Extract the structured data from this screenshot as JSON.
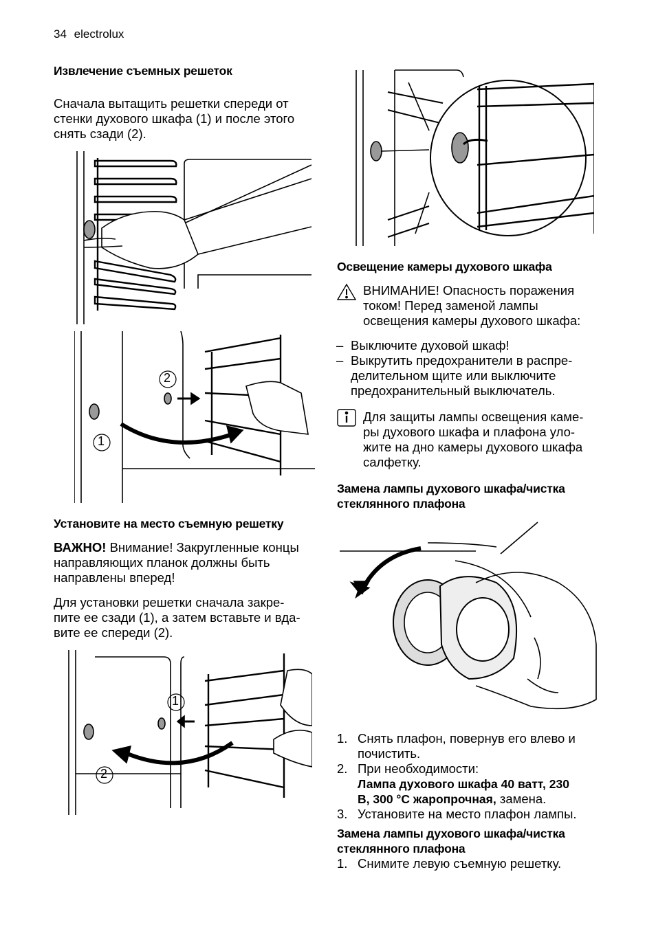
{
  "header": {
    "page_number": "34",
    "brand": "electrolux"
  },
  "left": {
    "section1": {
      "title": "Извлечение съемных решеток",
      "text_lines": [
        "Сначала вытащить решетки спереди от",
        "стенки духового шкафа (1) и после этого",
        "снять сзади (2)."
      ]
    },
    "figure2_labels": {
      "one": "1",
      "two": "2"
    },
    "section2": {
      "title": "Установите на место съемную решетку",
      "important_label": "ВАЖНО!",
      "important_lines": [
        " Внимание! Закругленные концы",
        "направляющих планок должны быть",
        "направлены вперед!"
      ],
      "text_lines": [
        "Для установки решетки сначала закре-",
        "пите ее сзади (1), а затем вставьте и вда-",
        "вите ее спереди (2)."
      ]
    },
    "figure3_labels": {
      "one": "1",
      "two": "2"
    }
  },
  "right": {
    "section3": {
      "title": "Освещение камеры духового шкафа",
      "warning_label": "ВНИМАНИЕ!",
      "warning_lines": [
        " Опасность поражения",
        "током! Перед заменой лампы",
        "освещения камеры духового шкафа:"
      ],
      "dash_items": [
        {
          "dash": "–",
          "lines": [
            "Выключите духовой шкаф!"
          ]
        },
        {
          "dash": "–",
          "lines": [
            "Выкрутить предохранители в распре-",
            "делительном щите или выключите",
            "предохранительный выключатель."
          ]
        }
      ],
      "info_lines": [
        "Для защиты лампы освещения каме-",
        "ры духового шкафа и плафона уло-",
        "жите на дно камеры духового шкафа",
        "салфетку."
      ]
    },
    "section4": {
      "title_lines": [
        "Замена лампы духового шкафа/чистка",
        "стеклянного плафона"
      ],
      "steps": [
        {
          "num": "1.",
          "lines": [
            "Снять плафон, повернув его влево и",
            "почистить."
          ]
        },
        {
          "num": "2.",
          "lines": [
            "При необходимости:"
          ],
          "bold_lines": [
            "Лампа духового шкафа 40 ватт, 230",
            "В, 300 °C жаропрочная,"
          ],
          "after_bold": " замена."
        },
        {
          "num": "3.",
          "lines": [
            "Установите на место плафон лампы."
          ]
        }
      ]
    },
    "section5": {
      "title_lines": [
        "Замена лампы духового шкафа/чистка",
        "стеклянного плафона"
      ],
      "steps": [
        {
          "num": "1.",
          "lines": [
            "Снимите левую съемную решетку."
          ]
        }
      ]
    }
  },
  "icons": {
    "warning": "warning-triangle-icon",
    "info": "info-icon"
  }
}
